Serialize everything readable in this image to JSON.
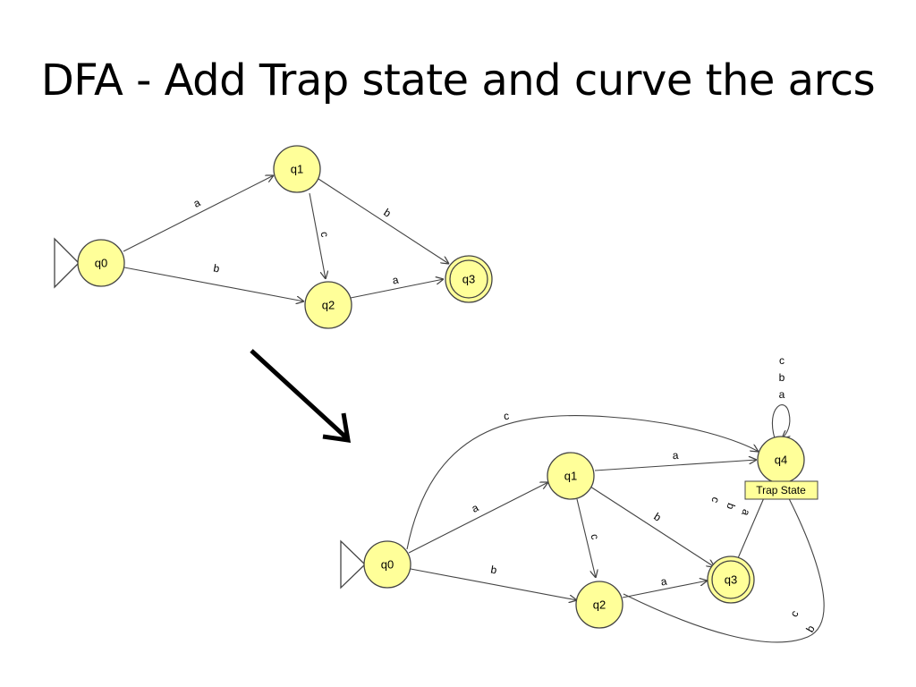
{
  "slide": {
    "title": "DFA - Add Trap state and curve the arcs"
  },
  "original_dfa": {
    "states": {
      "q0": "q0",
      "q1": "q1",
      "q2": "q2",
      "q3": "q3"
    },
    "start_state": "q0",
    "accept_states": [
      "q3"
    ],
    "transitions": [
      {
        "from": "q0",
        "to": "q1",
        "label": "a"
      },
      {
        "from": "q0",
        "to": "q2",
        "label": "b"
      },
      {
        "from": "q1",
        "to": "q2",
        "label": "c"
      },
      {
        "from": "q1",
        "to": "q3",
        "label": "b"
      },
      {
        "from": "q2",
        "to": "q3",
        "label": "a"
      }
    ]
  },
  "completed_dfa": {
    "states": {
      "q0": "q0",
      "q1": "q1",
      "q2": "q2",
      "q3": "q3",
      "q4": "q4"
    },
    "start_state": "q0",
    "accept_states": [
      "q3"
    ],
    "trap_state_note": "Trap State",
    "transitions": [
      {
        "from": "q0",
        "to": "q1",
        "label": "a"
      },
      {
        "from": "q0",
        "to": "q2",
        "label": "b"
      },
      {
        "from": "q0",
        "to": "q4",
        "label": "c"
      },
      {
        "from": "q1",
        "to": "q2",
        "label": "c"
      },
      {
        "from": "q1",
        "to": "q3",
        "label": "b"
      },
      {
        "from": "q1",
        "to": "q4",
        "label": "a"
      },
      {
        "from": "q2",
        "to": "q3",
        "label": "a"
      },
      {
        "from": "q2",
        "to": "q4",
        "labels": [
          "c",
          "b"
        ]
      },
      {
        "from": "q3",
        "to": "q4",
        "labels": [
          "c",
          "b",
          "a"
        ]
      },
      {
        "from": "q4",
        "to": "q4",
        "labels": [
          "c",
          "b",
          "a"
        ]
      }
    ]
  },
  "colors": {
    "state_fill": "#ffff99",
    "stroke": "#444444",
    "arrow": "#000000"
  }
}
